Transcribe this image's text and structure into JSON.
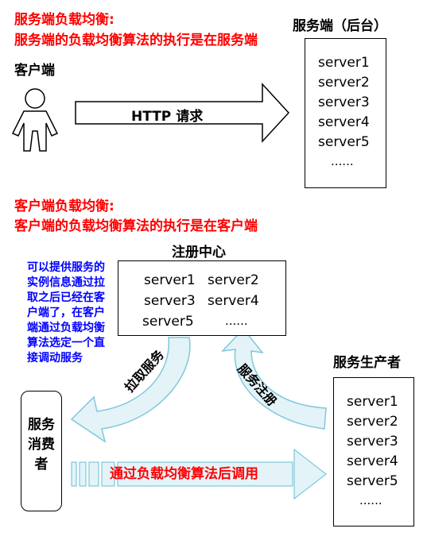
{
  "server_lb": {
    "title": "服务端负载均衡:",
    "subtitle": "服务端的负载均衡算法的执行是在服务端",
    "client_label": "客户端",
    "arrow_label": "HTTP 请求",
    "backend_label": "服务端（后台）",
    "servers": [
      "server1",
      "server2",
      "server3",
      "server4",
      "server5",
      "......"
    ]
  },
  "client_lb": {
    "title": "客户端负载均衡:",
    "subtitle": "客户端的负载均衡算法的执行是在客户端",
    "registry_label": "注册中心",
    "registry_servers": [
      "server1",
      "server2",
      "server3",
      "server4",
      "server5",
      "......"
    ],
    "note": "可以提供服务的实例信息通过拉取之后已经在客户端了，在客户端通过负载均衡算法选定一个直接调动服务",
    "provider_label": "服务生产者",
    "provider_servers": [
      "server1",
      "server2",
      "server3",
      "server4",
      "server5",
      "......"
    ],
    "consumer_label": "服务消费者",
    "pull_label": "拉取服务",
    "register_label": "服务注册",
    "call_label": "通过负载均衡算法后调用"
  },
  "colors": {
    "title_red": "#ff0000",
    "note_blue": "#0000ff",
    "arrow_fill": "#e3f3f8",
    "arrow_stroke": "#7fc8dc"
  }
}
